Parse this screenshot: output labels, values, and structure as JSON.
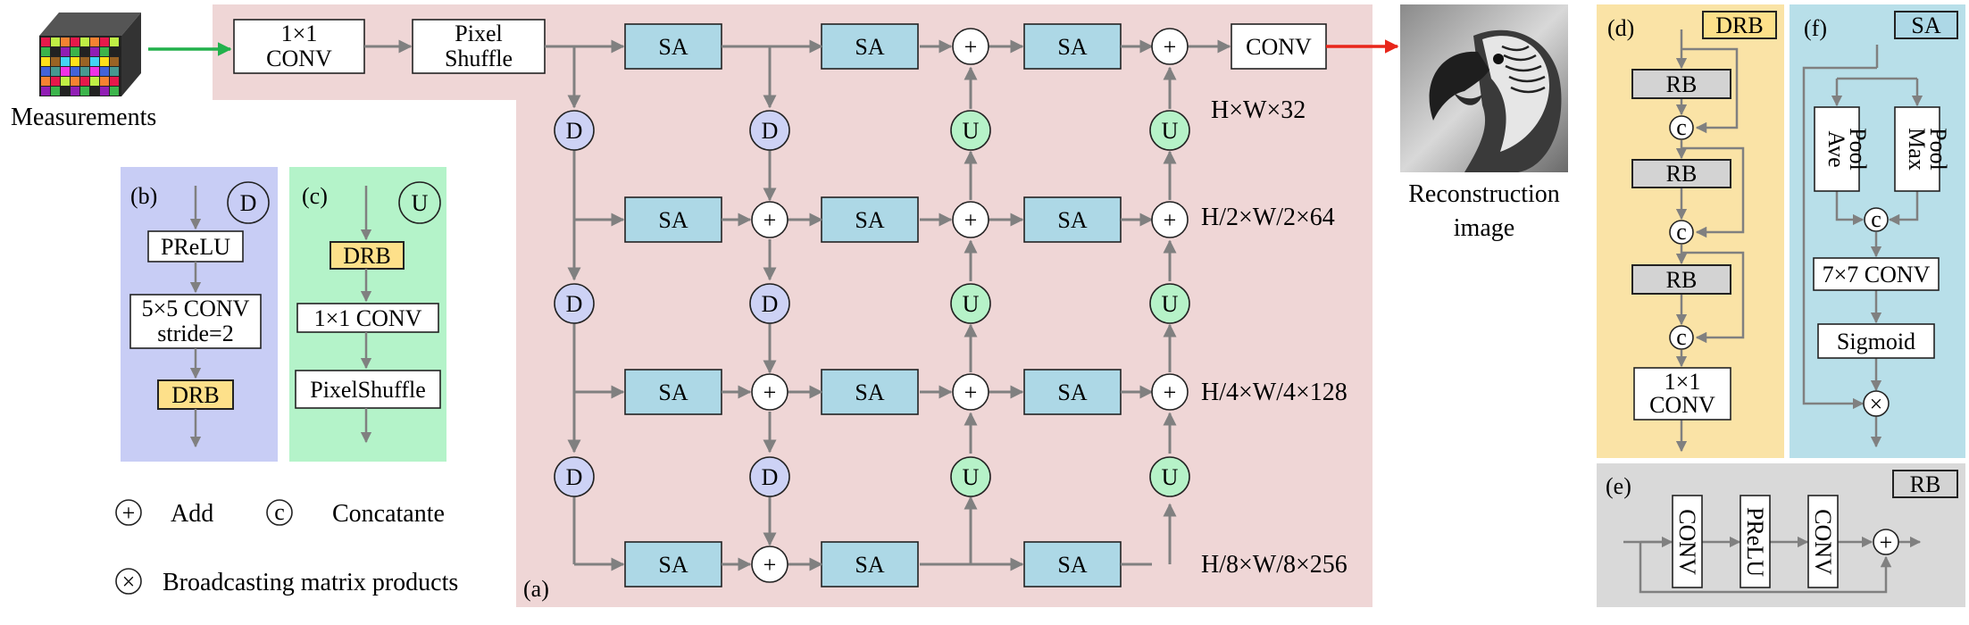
{
  "main": {
    "input_label": "Measurements",
    "conv1x1": [
      "1×1",
      "CONV"
    ],
    "pixel_shuffle": [
      "Pixel",
      "Shuffle"
    ],
    "sa": "SA",
    "down": "D",
    "up": "U",
    "add": "+",
    "conv_out": "CONV",
    "output_label": [
      "Reconstruction",
      "image"
    ],
    "scales": [
      "H×W×32",
      "H/2×W/2×64",
      "H/4×W/4×128",
      "H/8×W/8×256"
    ],
    "panel_label": "(a)"
  },
  "panel_b": {
    "label": "(b)",
    "tag": "D",
    "prelu": "PReLU",
    "conv": [
      "5×5 CONV",
      "stride=2"
    ],
    "drb": "DRB"
  },
  "panel_c": {
    "label": "(c)",
    "tag": "U",
    "drb": "DRB",
    "conv": "1×1 CONV",
    "shuffle": "PixelShuffle"
  },
  "legend": {
    "add_symbol": "+",
    "add": "Add",
    "concat_symbol": "c",
    "concat": "Concatante",
    "mult_symbol": "×",
    "mult": "Broadcasting matrix products"
  },
  "panel_d": {
    "label": "(d)",
    "tag": "DRB",
    "rb": "RB",
    "concat": "c",
    "conv": [
      "1×1",
      "CONV"
    ]
  },
  "panel_f": {
    "label": "(f)",
    "tag": "SA",
    "ave_pool": [
      "Ave",
      "Pool"
    ],
    "max_pool": [
      "Max",
      "Pool"
    ],
    "concat": "c",
    "conv": "7×7 CONV",
    "sigmoid": "Sigmoid",
    "mult": "×"
  },
  "panel_e": {
    "label": "(e)",
    "tag": "RB",
    "conv": "CONV",
    "prelu": "PReLU",
    "add": "+"
  },
  "colors": {
    "main_bg": "#efd6d6",
    "d_bg": "#c8cdf5",
    "u_bg": "#b4f3c9",
    "drb_bg": "#fae3a6",
    "sa_bg": "#b8dfe9",
    "rb_bg": "#d9d9d9",
    "sa_block": "#add8e6",
    "input_arrow": "#22b14c",
    "output_arrow": "#e8261b"
  },
  "icons": [
    "data-cube-icon",
    "parrot-photo"
  ]
}
